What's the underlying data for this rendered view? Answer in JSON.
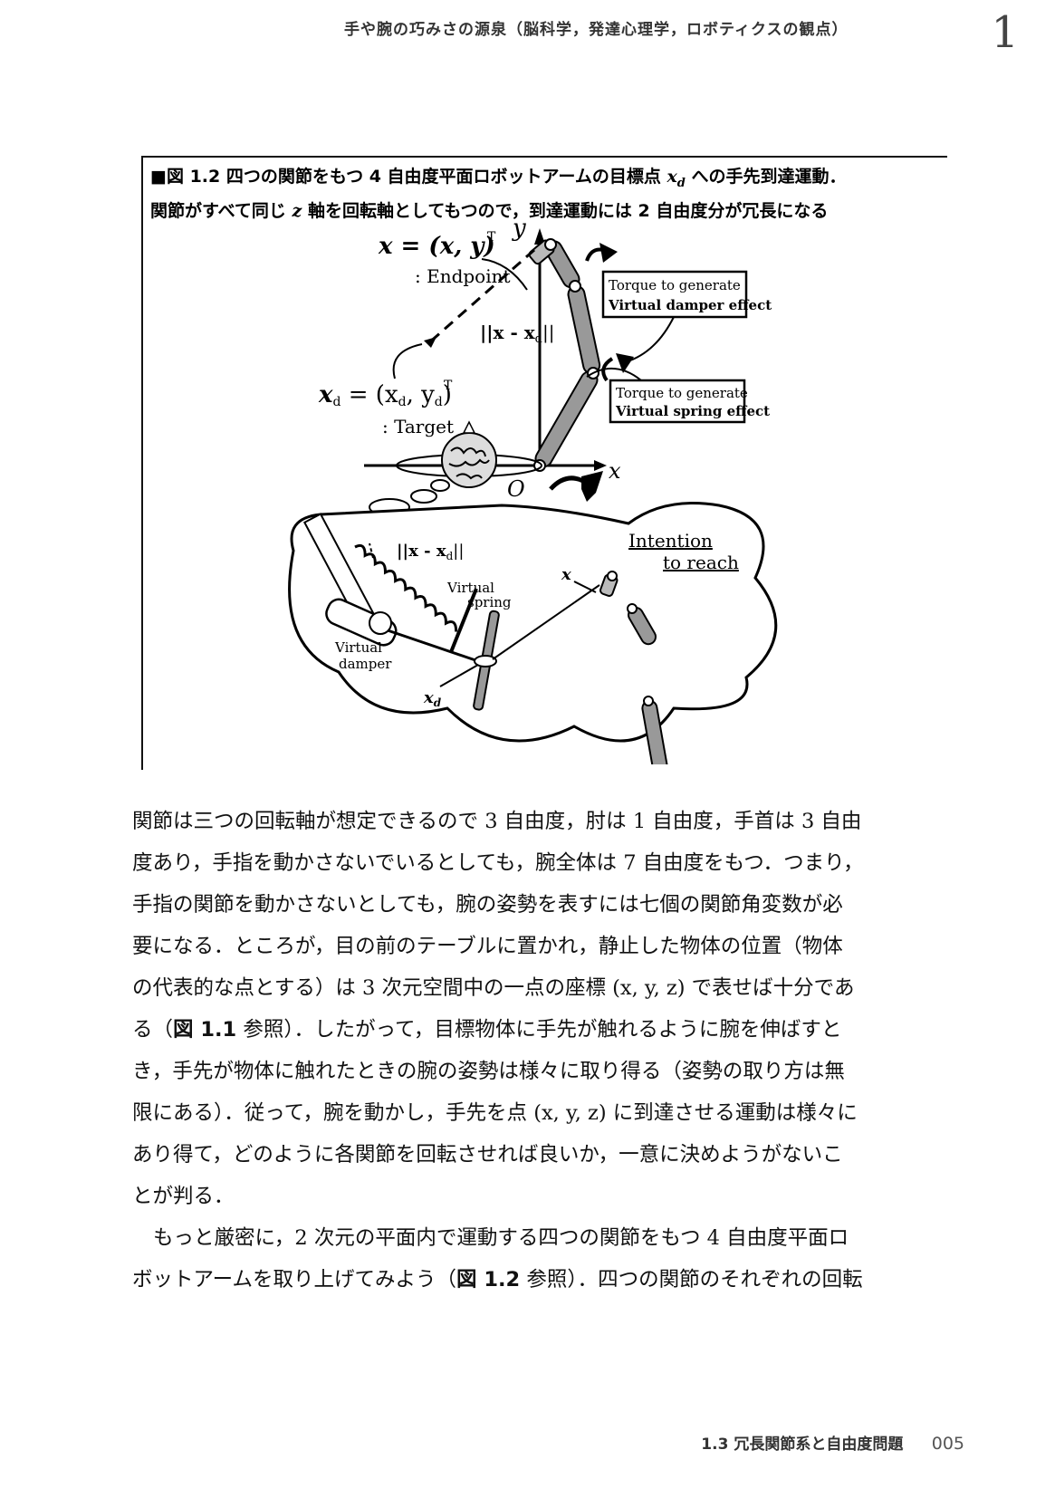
{
  "header": {
    "running_title": "手や腕の巧みさの源泉（脳科学，発達心理学，ロボティクスの観点）",
    "chapter": "1"
  },
  "figure": {
    "caption_line1_pre": "■図 1.2 四つの関節をもつ 4 自由度平面ロボットアームの目標点 ",
    "caption_line1_math": "x",
    "caption_line1_sub": "d",
    "caption_line1_post": " への手先到達運動．",
    "caption_line2_pre": "関節がすべて同じ ",
    "caption_line2_math": "z",
    "caption_line2_post": " 軸を回転軸としてもつので，到達運動には 2 自由度分が冗長になる",
    "labels": {
      "endpoint_eq": "x = (x, y)",
      "endpoint_sup": "T",
      "endpoint_name": ": Endpoint",
      "norm": "||x - x",
      "norm_sub": "d",
      "norm_end": "||",
      "target_eq": "x",
      "target_rest": " = (x",
      "target_rest2": ", y",
      "target_close": ")",
      "target_sup": "T",
      "target_name": ": Target",
      "axis_y": "y",
      "axis_x": "x",
      "origin": "O",
      "damper_box_line1": "Torque to generate",
      "damper_box_line2": "Virtual damper effect",
      "spring_box_line1": "Torque to generate",
      "spring_box_line2": "Virtual spring effect",
      "intention_line1": "Intention",
      "intention_line2": "to reach",
      "norm2": "||x - x",
      "norm2_sub": "d",
      "norm2_end": "||",
      "virtual_spring_1": "Virtual",
      "virtual_spring_2": "spring",
      "virtual_damper_1": "Virtual",
      "virtual_damper_2": "damper",
      "x_label": "x",
      "xd_label": "x",
      "xd_sub": "d"
    }
  },
  "body": {
    "p1": [
      "関節は三つの回転軸が想定できるので 3 自由度，肘は 1 自由度，手首は 3 自由",
      "度あり，手指を動かさないでいるとしても，腕全体は 7 自由度をもつ．つまり，",
      "手指の関節を動かさないとしても，腕の姿勢を表すには七個の関節角変数が必",
      "要になる．ところが，目の前のテーブルに置かれ，静止した物体の位置（物体",
      "の代表的な点とする）は 3 次元空間中の一点の座標 (x, y, z) で表せば十分であ"
    ],
    "p1_l6_pre": "る（",
    "p1_l6_ref": "図 1.1",
    "p1_l6_post": " 参照）．したがって，目標物体に手先が触れるように腕を伸ばすと",
    "p1_rest": [
      "き，手先が物体に触れたときの腕の姿勢は様々に取り得る（姿勢の取り方は無",
      "限にある）．従って，腕を動かし，手先を点 (x, y, z) に到達させる運動は様々に",
      "あり得て，どのように各関節を回転させれば良いか，一意に決めようがないこ",
      "とが判る．"
    ],
    "p2_l1": "もっと厳密に，2 次元の平面内で運動する四つの関節をもつ 4 自由度平面ロ",
    "p2_l2_pre": "ボットアームを取り上げてみよう（",
    "p2_l2_ref": "図 1.2",
    "p2_l2_post": " 参照）．四つの関節のそれぞれの回転"
  },
  "footer": {
    "section": "1.3  冗長関節系と自由度問題",
    "page": "005"
  }
}
